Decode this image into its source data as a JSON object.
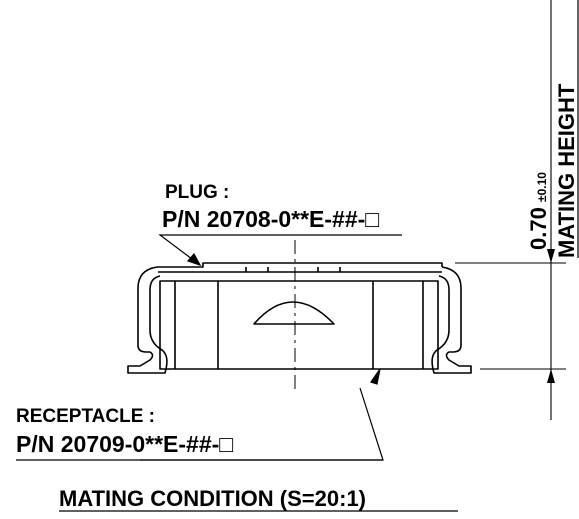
{
  "plug": {
    "label": "PLUG :",
    "part_number": "P/N 20708-0**E-##-□"
  },
  "receptacle": {
    "label": "RECEPTACLE :",
    "part_number": "P/N 20709-0**E-##-□"
  },
  "dimension": {
    "value": "0.70",
    "tolerance": "±0.10",
    "label": "MATING HEIGHT"
  },
  "caption": "MATING CONDITION (S=20:1)"
}
